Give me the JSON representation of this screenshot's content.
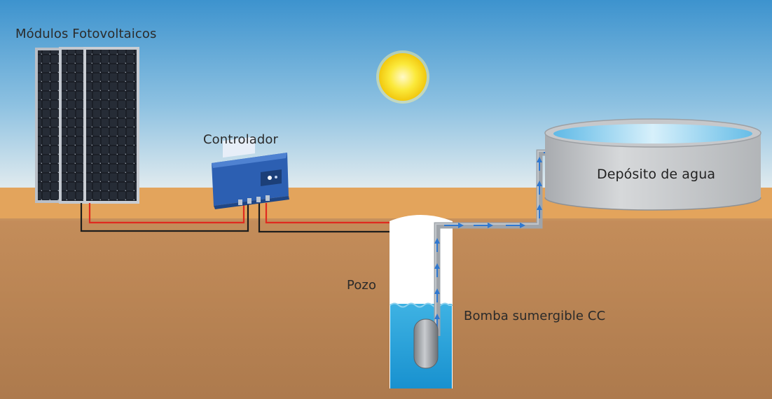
{
  "labels": {
    "panels": "Módulos Fotovoltaicos",
    "controller": "Controlador",
    "tank": "Depósito de agua",
    "well": "Pozo",
    "pump": "Bomba sumergible CC"
  },
  "colors": {
    "sky_top": "#3f95cf",
    "sky_bottom": "#dbe8ee",
    "sand": "#e2a35b",
    "soil": "#b98556",
    "sun": "#f8dc1f",
    "water": "#2fa7dd",
    "pipe": "#9ea3a8",
    "flow_arrow": "#2f78d0",
    "wire_positive": "#e02a1f",
    "wire_negative": "#1d1d1d",
    "controller": "#2f62b4",
    "tank": "#c7c9cc"
  }
}
